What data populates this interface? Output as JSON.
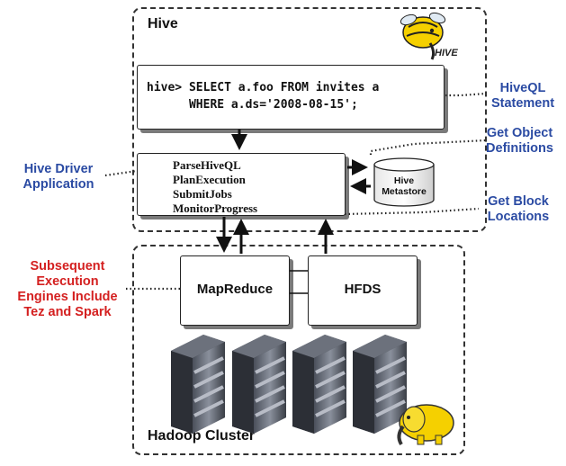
{
  "hive": {
    "title": "Hive",
    "logo_text": "HIVE",
    "query_line1": "hive> SELECT a.foo FROM invites a",
    "query_line2": "      WHERE a.ds='2008-08-15';",
    "driver_steps": [
      "ParseHiveQL",
      "PlanExecution",
      "SubmitJobs",
      "MonitorProgress"
    ],
    "metastore_line1": "Hive",
    "metastore_line2": "Metastore"
  },
  "hadoop": {
    "title": "Hadoop Cluster",
    "mapreduce_label": "MapReduce",
    "hdfs_label": "HFDS"
  },
  "callouts": {
    "hiveql_line1": "HiveQL",
    "hiveql_line2": "Statement",
    "object_line1": "Get Object",
    "object_line2": "Definitions",
    "driver_line1": "Hive Driver",
    "driver_line2": "Application",
    "block_line1": "Get Block",
    "block_line2": "Locations",
    "engines_line1": "Subsequent",
    "engines_line2": "Execution",
    "engines_line3": "Engines Include",
    "engines_line4": "Tez and Spark"
  },
  "colors": {
    "callout_blue": "#2b4ba3",
    "callout_red": "#d42020",
    "logo_yellow": "#f5d000"
  }
}
